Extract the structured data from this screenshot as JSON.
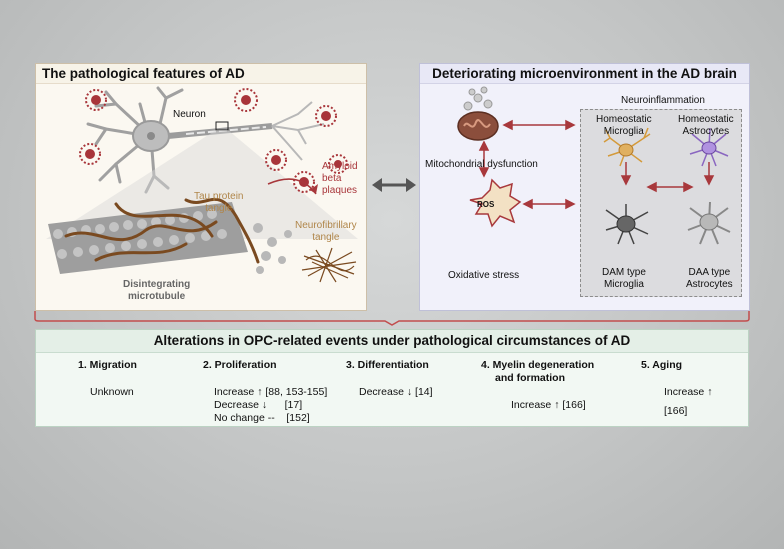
{
  "left_panel": {
    "title": "The pathological features of AD",
    "labels": {
      "neuron": "Neuron",
      "amyloid": [
        "Amyloid",
        "beta",
        "plaques"
      ],
      "tau": [
        "Tau protein",
        "tangle"
      ],
      "nft": [
        "Neurofibrillary",
        "tangle"
      ],
      "microtubule": [
        "Disintegrating",
        "microtubule"
      ]
    }
  },
  "right_panel": {
    "title": "Deteriorating microenvironment in the AD brain",
    "labels": {
      "neuroinflammation": "Neuroinflammation",
      "mito": "Mitochondrial dysfunction",
      "ros": "ROS",
      "oxidative": "Oxidative stress",
      "homeo_microglia": [
        "Homeostatic",
        "Microglia"
      ],
      "homeo_astro": [
        "Homeostatic",
        "Astrocytes"
      ],
      "dam": [
        "DAM type",
        "Microglia"
      ],
      "daa": [
        "DAA type",
        "Astrocytes"
      ]
    }
  },
  "bottom_panel": {
    "title": "Alterations in OPC-related events under pathological circumstances of AD",
    "columns": [
      {
        "heading": "1.  Migration",
        "entries": [
          "Unknown"
        ]
      },
      {
        "heading": "2. Proliferation",
        "entries": [
          "Increase ↑ [88, 153-155]",
          "Decrease ↓      [17]",
          "No change --    [152]"
        ]
      },
      {
        "heading": "3. Differentiation",
        "entries": [
          "Decrease ↓ [14]"
        ]
      },
      {
        "heading": [
          "4. Myelin degeneration",
          "and formation"
        ],
        "entries": [
          "Increase ↑ [166]"
        ]
      },
      {
        "heading": "5. Aging",
        "entries": [
          "Increase ↑",
          "[166]"
        ]
      }
    ]
  },
  "colors": {
    "amyloid": "#a8353a",
    "tau": "#b0864a",
    "arrow": "#a8383c",
    "microglia_homeo": "#d49a3a",
    "astro_homeo": "#8a66c0",
    "neuron": "#9a9a9a",
    "bracket": "#c24d4d"
  }
}
